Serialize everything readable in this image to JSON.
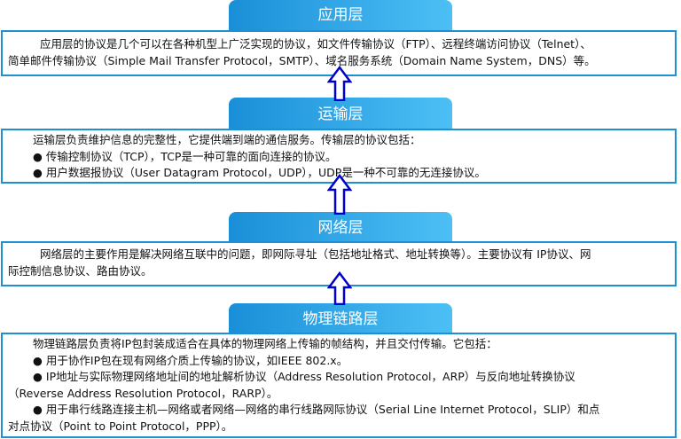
{
  "layers": [
    {
      "title": "应用层",
      "lines": [
        "应用层的协议是几个可以在各种机型上广泛实现的协议，如文件传输协议（FTP）、远程终端访问协议（Telnet）、",
        "简单邮件传输协议（Simple Mail Transfer Protocol，SMTP）、域名服务系统（Domain Name System，DNS）等。"
      ]
    },
    {
      "title": "运输层",
      "lines": [
        "运输层负责维护信息的完整性，它提供端到端的通信服务。传输层的协议包括：",
        "● 传输控制协议（TCP），TCP是一种可靠的面向连接的协议。",
        "● 用户数据报协议（User Datagram Protocol，UDP），UDP是一种不可靠的无连接协议。"
      ]
    },
    {
      "title": "网络层",
      "lines": [
        "网络层的主要作用是解决网络互联中的问题，即网际寻址（包括地址格式、地址转换等）。主要协议有 IP协议、网",
        "际控制信息协议、路由协议。"
      ]
    },
    {
      "title": "物理链路层",
      "lines": [
        "物理链路层负责将IP包封装成适合在具体的物理网络上传输的帧结构，并且交付传输。它包括：",
        "● 用于协作IP包在现有网络介质上传输的协议，如IEEE 802.x。",
        "●  IP地址与实际物理网络地址间的地址解析协议（Address Resolution Protocol，ARP）与反向地址转换协议",
        "（Reverse Address Resolution Protocol，RARP）。",
        "● 用于串行线路连接主机—网络或者网络—网络的串行线路网际协议（Serial Line Internet Protocol，SLIP）和点",
        "对点协议（Point to Point Protocol，PPP）。"
      ]
    }
  ],
  "colors": {
    "tab": "#1a8fd8",
    "border": "#1e8fd0",
    "arrow": "#0000cc"
  }
}
